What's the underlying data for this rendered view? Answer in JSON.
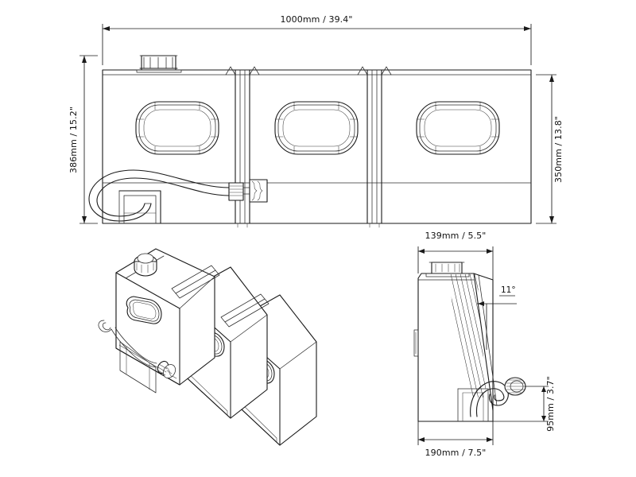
{
  "drawing": {
    "title": "Modular water tank technical drawing",
    "background_color": "#ffffff",
    "line_color": "#1a1a1a",
    "views": [
      {
        "id": "front-elevation",
        "name": "front-elevation-view",
        "description": "Front elevation of three-module water tank with filler cap, recessed oval panels and outlet hose"
      },
      {
        "id": "isometric",
        "name": "isometric-view",
        "description": "Isometric 3D view of three-module water tank"
      },
      {
        "id": "side-elevation",
        "name": "side-elevation-view",
        "description": "Side elevation showing tapered rear face, filler cap, mounting bracket and hose"
      }
    ],
    "dimensions": {
      "front_width": "1000mm / 39.4\"",
      "front_height_left": "386mm / 15.2\"",
      "front_height_right": "350mm / 13.8\"",
      "side_top_width": "139mm / 5.5\"",
      "side_bottom_width": "190mm / 7.5\"",
      "side_hose_height": "95mm / 3.7\"",
      "taper_angle": "11°"
    }
  }
}
